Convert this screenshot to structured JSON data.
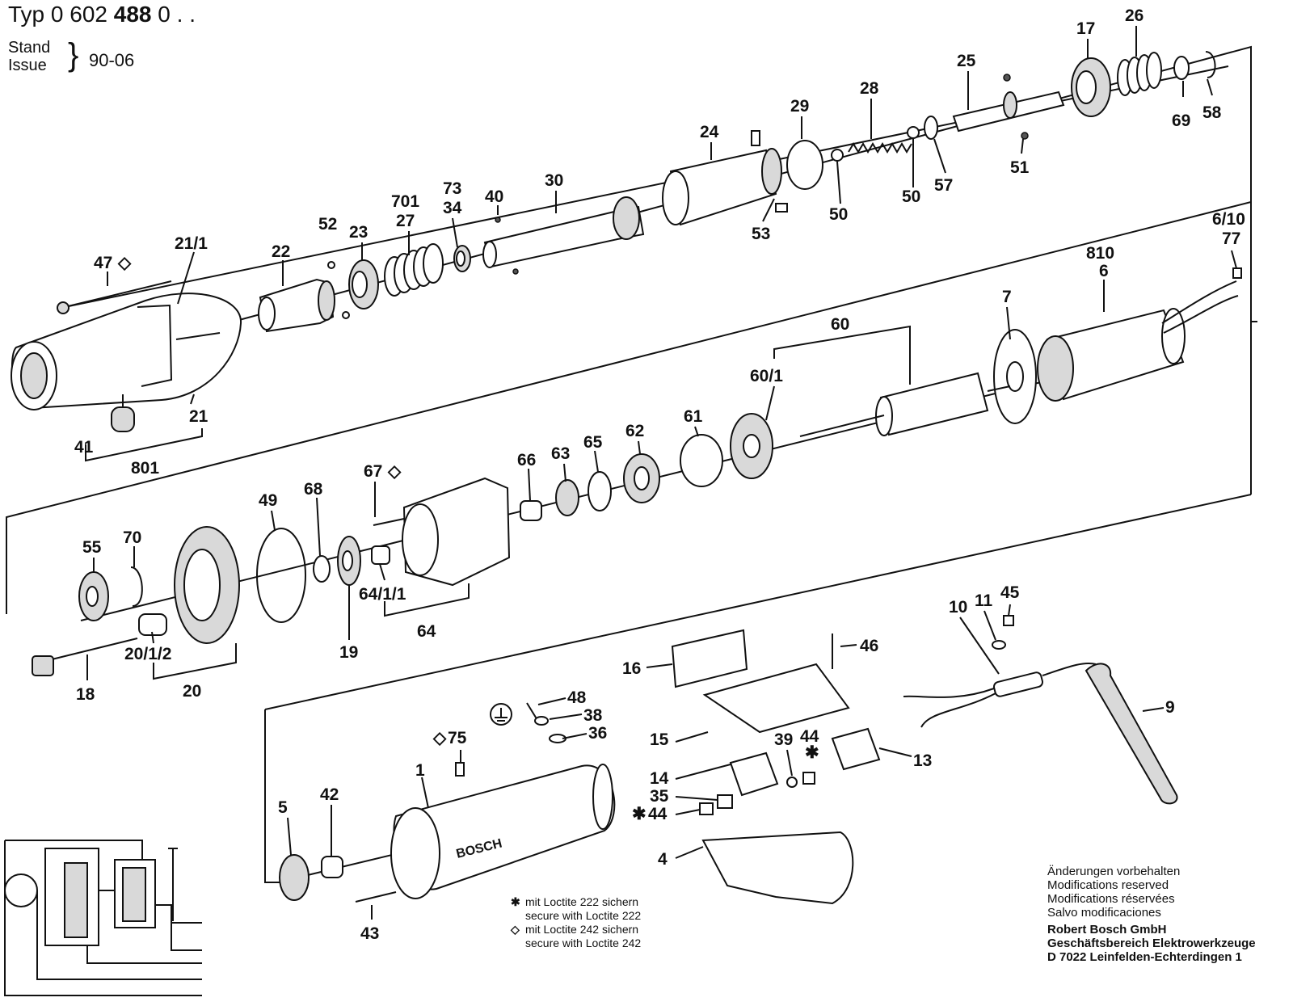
{
  "header": {
    "typ_prefix": "Typ",
    "typ_number_light": "0 602",
    "typ_number_bold": "488",
    "typ_suffix": "0 . .",
    "stand_label": "Stand",
    "issue_label": "Issue",
    "date": "90-06"
  },
  "callouts": {
    "c47": "47",
    "c47s": "◇",
    "c21_1": "21/1",
    "c22": "22",
    "c52": "52",
    "c23": "23",
    "c701": "701",
    "c27": "27",
    "c73": "73",
    "c34": "34",
    "c40": "40",
    "c30": "30",
    "c24": "24",
    "c29": "29",
    "c28": "28",
    "c25": "25",
    "c17": "17",
    "c26": "26",
    "c69": "69",
    "c58": "58",
    "c51": "51",
    "c57": "57",
    "c50a": "50",
    "c50b": "50",
    "c53": "53",
    "c21": "21",
    "c41": "41",
    "c801": "801",
    "c6_10": "6/10",
    "c77": "77",
    "c810": "810",
    "c6": "6",
    "c7": "7",
    "c60": "60",
    "c60_1": "60/1",
    "c61": "61",
    "c62": "62",
    "c65": "65",
    "c63": "63",
    "c66": "66",
    "c67": "67",
    "c67s": "◇",
    "c68": "68",
    "c49": "49",
    "c70": "70",
    "c55": "55",
    "c64_1_1": "64/1/1",
    "c64": "64",
    "c19": "19",
    "c20_1_2": "20/1/2",
    "c20": "20",
    "c18": "18",
    "c10": "10",
    "c11": "11",
    "c45": "45",
    "c46": "46",
    "c16": "16",
    "c9": "9",
    "c48": "48",
    "c38": "38",
    "c36": "36",
    "c75s": "◇",
    "c75": "75",
    "c15": "15",
    "c39": "39",
    "c44a": "44",
    "c44as": "✱",
    "c13": "13",
    "c14": "14",
    "c35": "35",
    "c44bs": "✱",
    "c44b": "44",
    "c4": "4",
    "c1": "1",
    "c5": "5",
    "c42": "42",
    "c43": "43"
  },
  "brand_on_housing": "BOSCH",
  "legend": {
    "star_symbol": "✱",
    "star_de": "mit Loctite 222 sichern",
    "star_en": "secure with Loctite 222",
    "diamond_symbol": "◇",
    "diamond_de": "mit Loctite 242 sichern",
    "diamond_en": "secure with Loctite 242"
  },
  "notice": {
    "line1": "Änderungen vorbehalten",
    "line2": "Modifications reserved",
    "line3": "Modifications réservées",
    "line4": "Salvo modificaciones",
    "company1": "Robert Bosch GmbH",
    "company2": "Geschäftsbereich Elektrowerkzeuge",
    "company3": "D 7022 Leinfelden-Echterdingen 1"
  }
}
